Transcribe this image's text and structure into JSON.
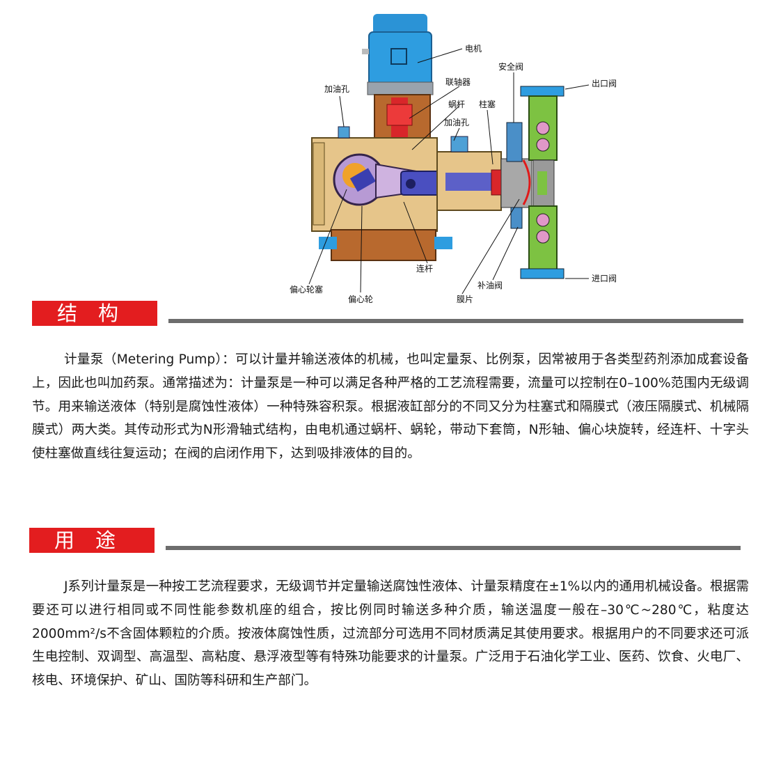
{
  "diagram": {
    "labels": {
      "motor": "电机",
      "oil_hole_left": "加油孔",
      "coupling": "联轴器",
      "worm": "蜗杆",
      "safety_valve": "安全阀",
      "plunger": "柱塞",
      "oil_hole_mid": "加油孔",
      "outlet_valve": "出口阀",
      "connecting_rod": "连杆",
      "eccentric_wheel_plug": "偏心轮塞",
      "eccentric_wheel": "偏心轮",
      "diaphragm": "膜片",
      "refill_valve": "补油阀",
      "inlet_valve": "进口阀"
    }
  },
  "structure": {
    "title": "结构",
    "text": "计量泵（Metering Pump）：可以计量并输送液体的机械，也叫定量泵、比例泵，因常被用于各类型药剂添加成套设备上，因此也叫加药泵。通常描述为：计量泵是一种可以满足各种严格的工艺流程需要，流量可以控制在0–100%范围内无级调节。用来输送液体（特别是腐蚀性液体）一种特殊容积泵。根据液缸部分的不同又分为柱塞式和隔膜式（液压隔膜式、机械隔膜式）两大类。其传动形式为N形滑轴式结构，由电机通过蜗杆、蜗轮，带动下套筒，N形轴、偏心块旋转，经连杆、十字头使柱塞做直线往复运动；在阀的启闭作用下，达到吸排液体的目的。"
  },
  "usage": {
    "title": "用途",
    "text": "J系列计量泵是一种按工艺流程要求，无级调节并定量输送腐蚀性液体、计量泵精度在±1%以内的通用机械设备。根据需要还可以进行相同或不同性能参数机座的组合，按比例同时输送多种介质，输送温度一般在–30℃~280℃，粘度达2000mm²/s不含固体颗粒的介质。按液体腐蚀性质，过流部分可选用不同材质满足其使用要求。根据用户的不同要求还可派生电控制、双调型、高温型、高粘度、悬浮液型等有特殊功能要求的计量泵。广泛用于石油化学工业、医药、饮食、火电厂、核电、环境保护、矿山、国防等科研和生产部门。"
  },
  "colors": {
    "accent_red": "#e31d1f",
    "rule_gray": "#6d6d6d",
    "motor_blue": "#2e9de0",
    "body_tan": "#e8c98e",
    "bronze": "#b8692e",
    "valve_green": "#7dc242",
    "rod_purple": "#c9a0dc"
  }
}
